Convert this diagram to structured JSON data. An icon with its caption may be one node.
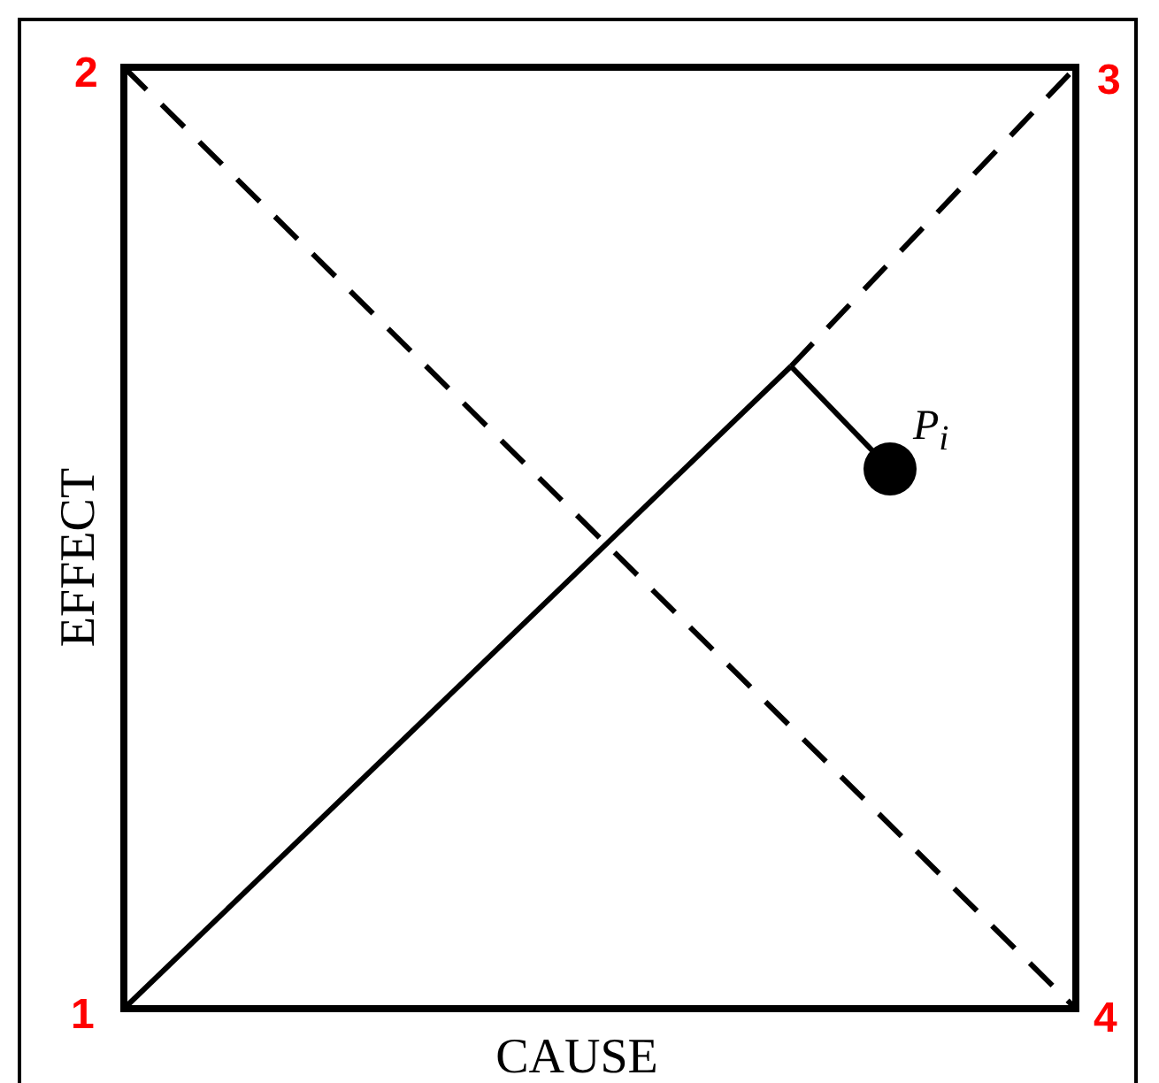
{
  "diagram": {
    "labels": [
      "2",
      "3",
      "P$_{i}$",
      "EFFECT",
      "1",
      "CAUSE",
      "4"
    ]
  }
}
